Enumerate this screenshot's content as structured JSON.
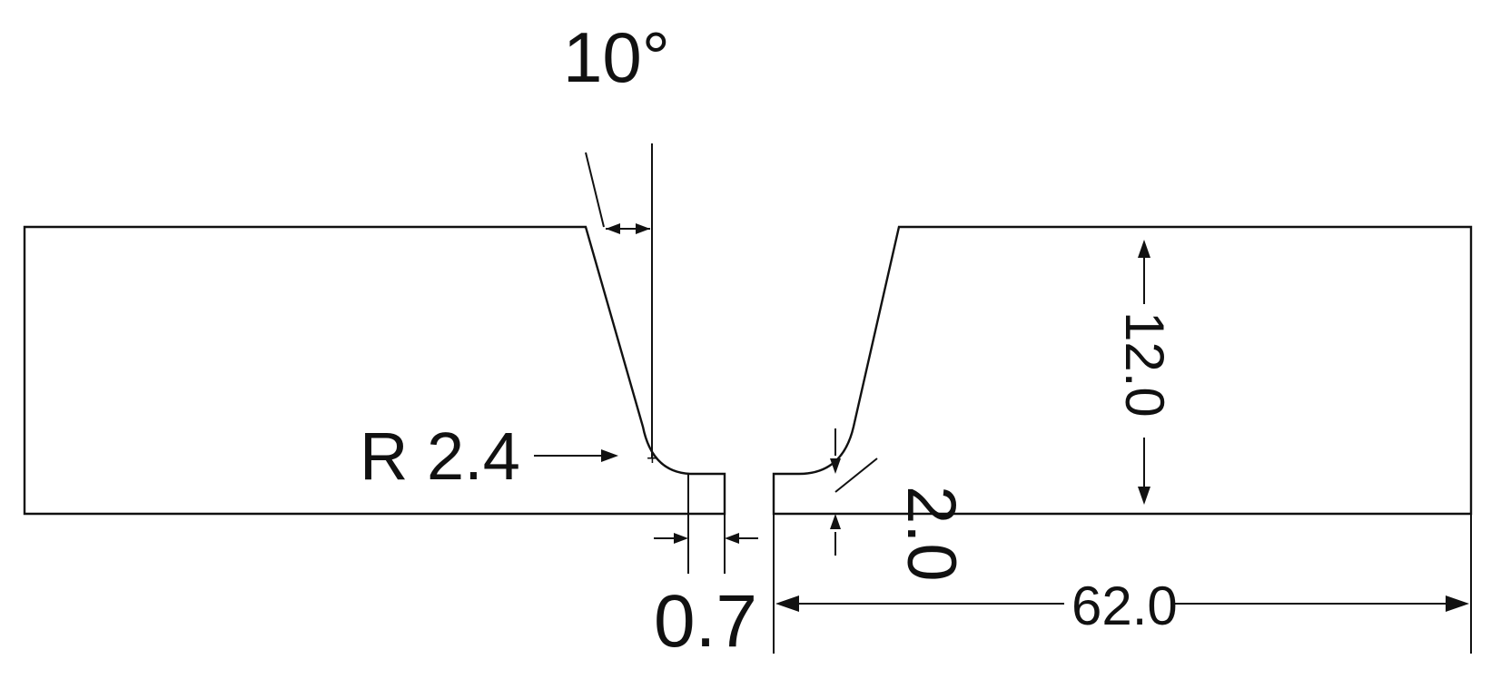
{
  "drawing": {
    "dimensions": {
      "angle": "10°",
      "radius": "R 2.4",
      "root_face": "2.0",
      "thickness": "12.0",
      "root_gap": "0.7",
      "plate_width": "62.0"
    },
    "colors": {
      "line": "#111111",
      "background": "#ffffff"
    }
  }
}
